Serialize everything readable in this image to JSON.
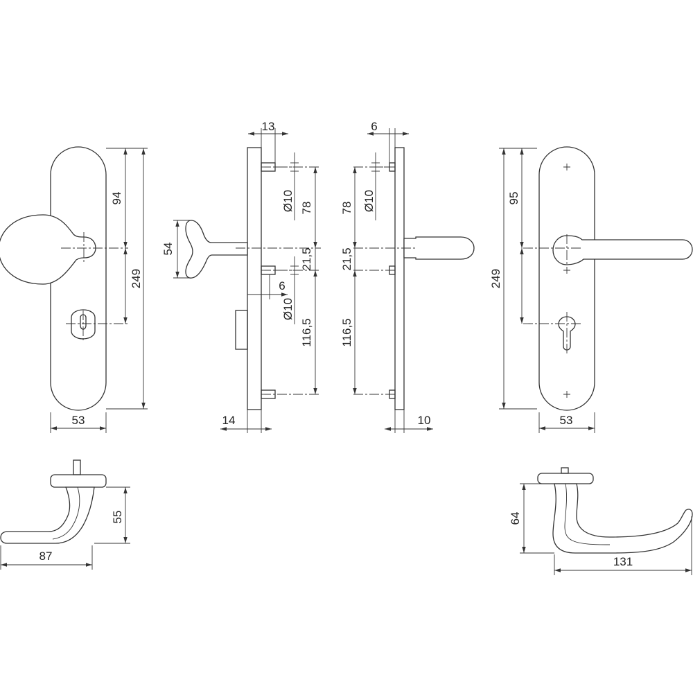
{
  "dimensions": {
    "left_front": {
      "height_total": "249",
      "height_upper": "94",
      "width_plate": "53"
    },
    "left_side": {
      "offset_top": "13",
      "height_knob": "54",
      "pin_diam_upper": "Ø10",
      "pin_diam_lower": "Ø10",
      "distance_78": "78",
      "distance_21_5": "21,5",
      "distance_116_5": "116,5",
      "pin_offset": "6",
      "plate_depth": "14"
    },
    "right_side": {
      "offset_top": "6",
      "pin_diam": "Ø10",
      "distance_78": "78",
      "distance_21_5": "21,5",
      "distance_116_5": "116,5",
      "plate_depth": "10"
    },
    "right_front": {
      "height_total": "249",
      "height_upper": "95",
      "width_plate": "53"
    },
    "knob_top": {
      "height": "55",
      "length": "87"
    },
    "lever_top": {
      "height": "64",
      "length": "131"
    }
  }
}
